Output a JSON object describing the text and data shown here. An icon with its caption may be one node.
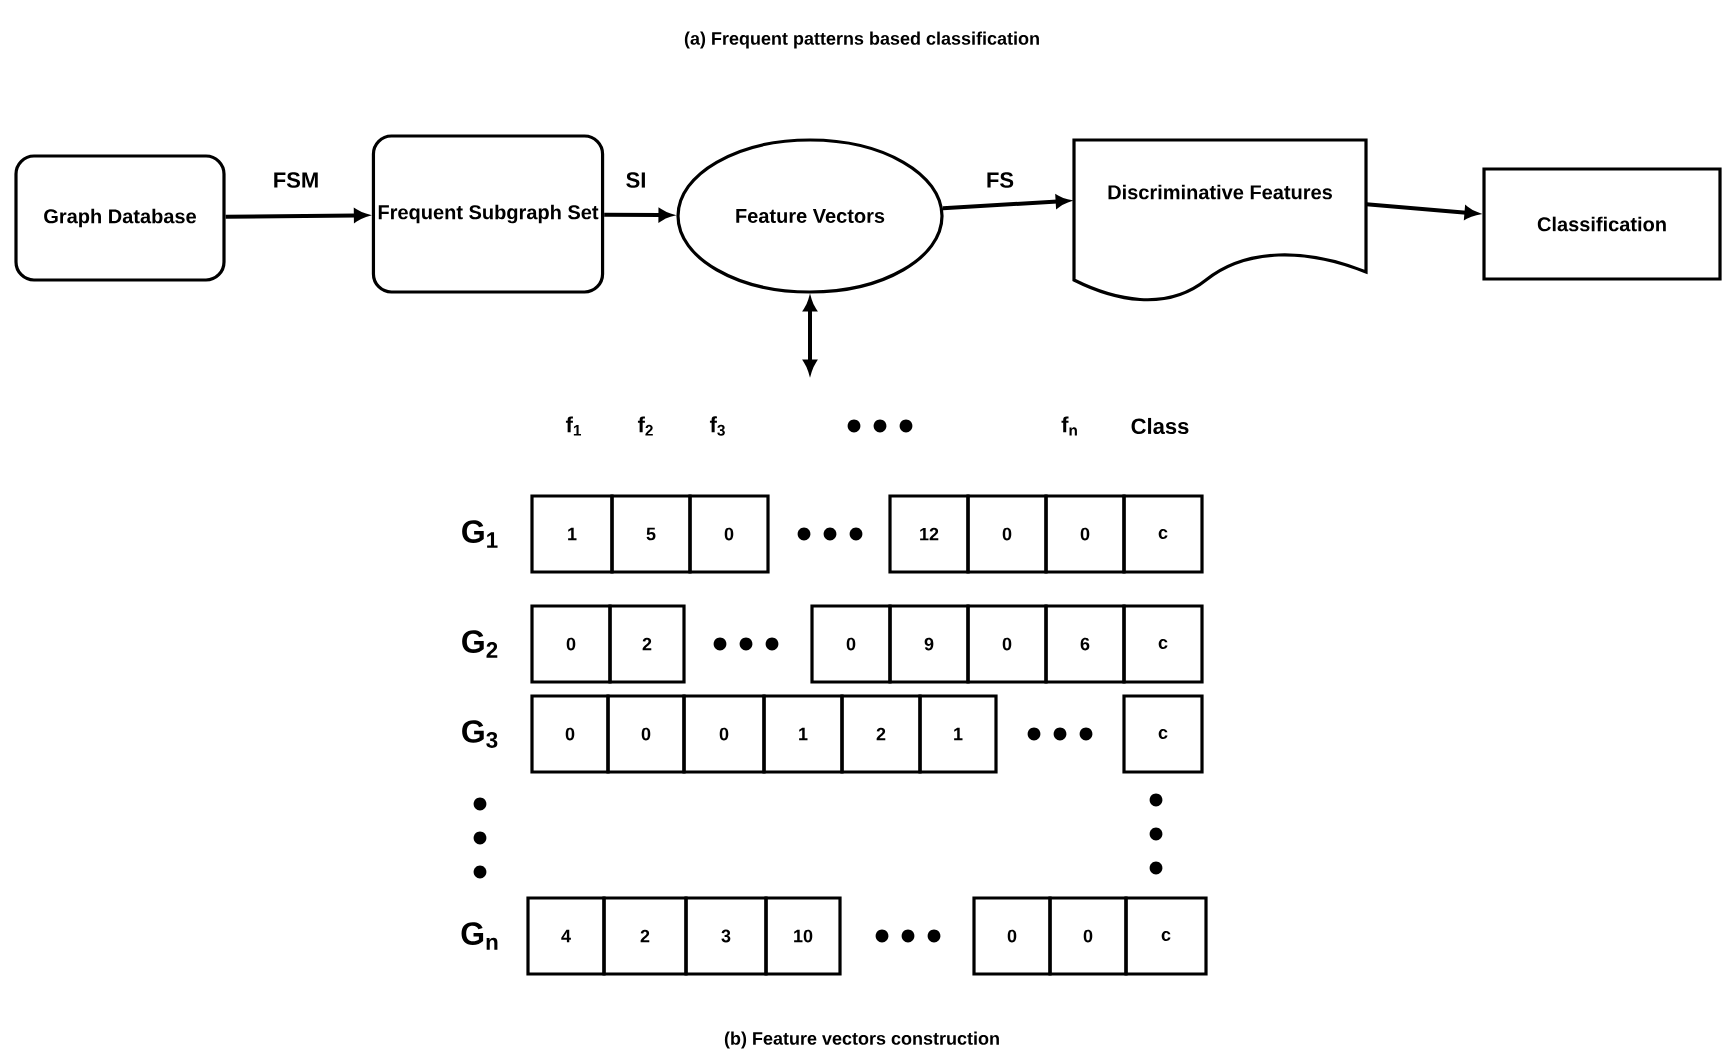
{
  "diagram": {
    "title": "(a) Frequent patterns based classification",
    "caption": "(b) Feature vectors construction",
    "nodes": [
      {
        "text": [
          "Graph Database"
        ]
      },
      {
        "text": [
          "Frequent Subgraph Set"
        ]
      },
      {
        "text": [
          "Feature Vectors"
        ]
      },
      {
        "text": [
          "Discriminative Features"
        ]
      },
      {
        "text": [
          "Classification"
        ]
      }
    ],
    "edges": [
      {
        "from": 0,
        "to": 1,
        "arrow": "to",
        "label": "FSM"
      },
      {
        "from": 1,
        "to": 2,
        "arrow": "to",
        "label": "SI"
      },
      {
        "from": 2,
        "to": 3,
        "arrow": "to",
        "label": "FS"
      },
      {
        "from": 3,
        "to": 4,
        "arrow": "to"
      },
      {
        "from": 2,
        "to": null,
        "arrow": "both"
      }
    ],
    "labels": [
      "f$_{1}$",
      "f$_{2}$",
      "f$_{3}$",
      "f$_{n}$",
      "Class",
      "G$_{1}$",
      "1",
      "5",
      "0",
      "12",
      "0",
      "0",
      "c",
      "G$_{2}$",
      "0",
      "2",
      "0",
      "9",
      "0",
      "6",
      "c",
      "G$_{3}$",
      "0",
      "0",
      "0",
      "1",
      "2",
      "1",
      "c",
      "G$_{n}$",
      "4",
      "2",
      "3",
      "10",
      "0",
      "0",
      "c"
    ]
  }
}
